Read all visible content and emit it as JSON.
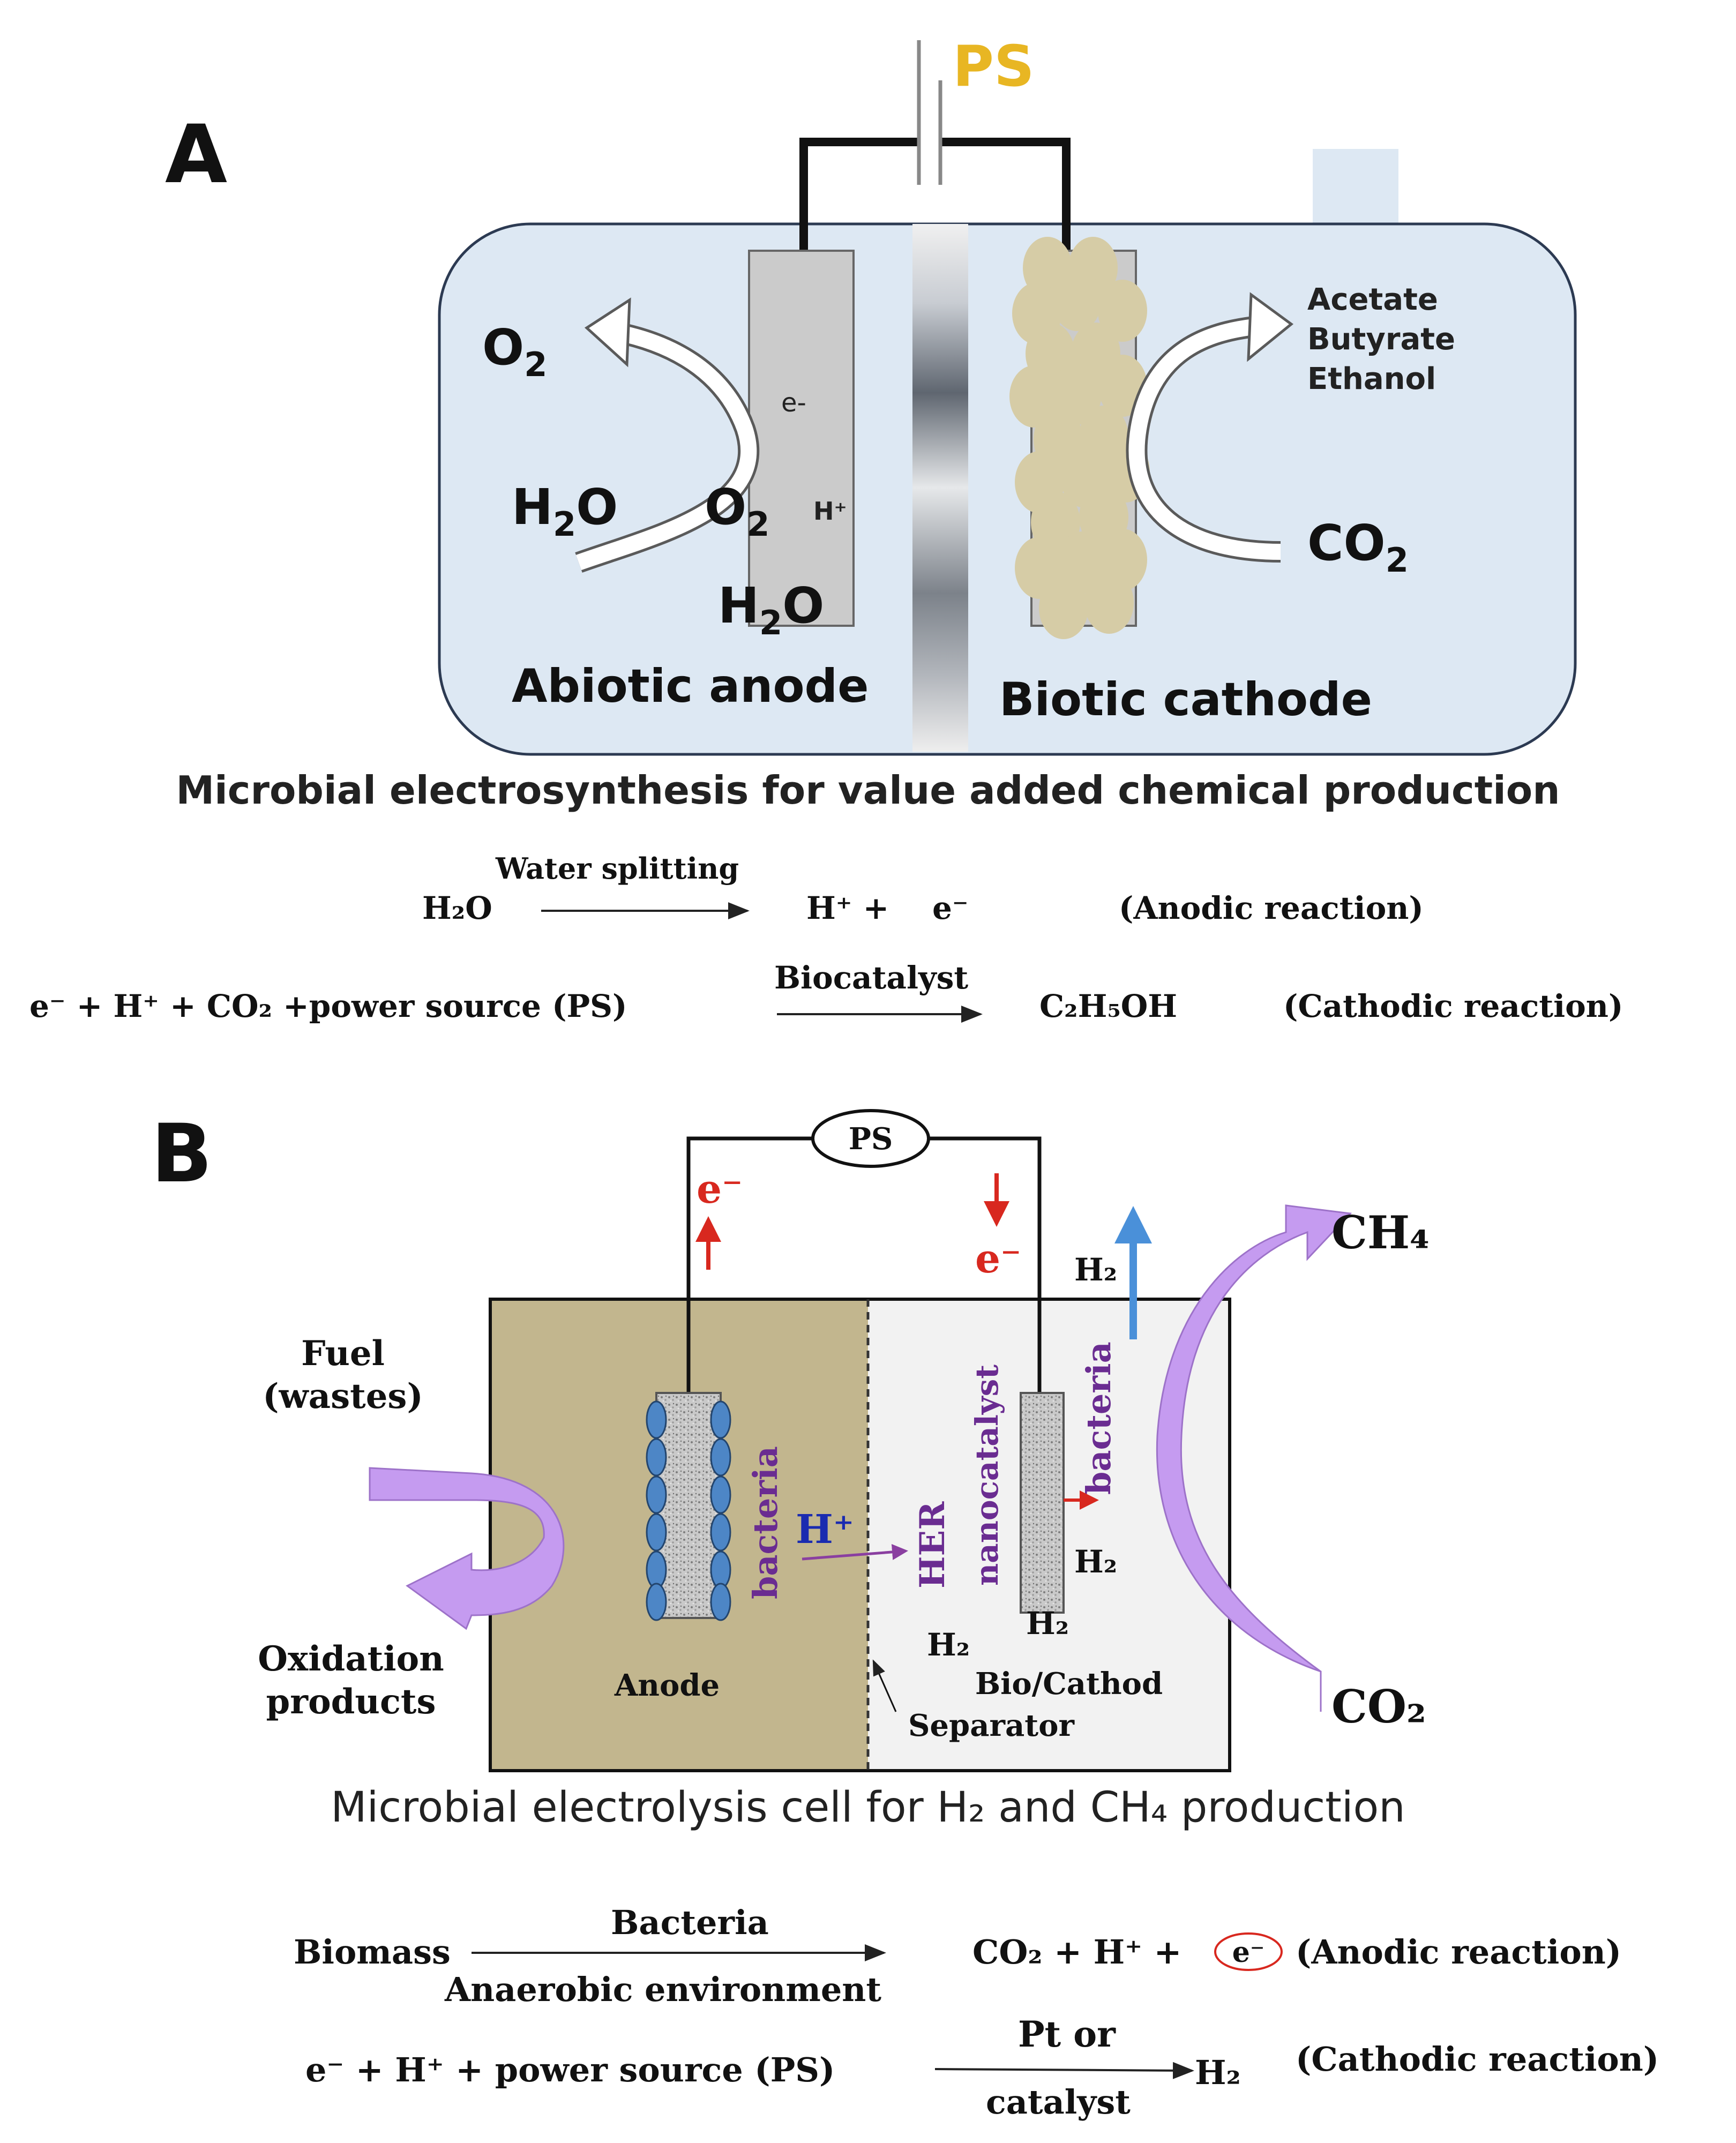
{
  "panel_a": {
    "label": "A",
    "power_label": "PS",
    "left_products": {
      "o2": "O",
      "h2o": "H",
      "o2_sub": "2",
      "h2o_sub": "2",
      "h2o_o": "O"
    },
    "anode_text": {
      "electron": "e-",
      "o2": "O",
      "o2_sub": "2",
      "proton": "H⁺",
      "h2o": "H",
      "h2o_sub": "2",
      "h2o_o": "O"
    },
    "products": [
      "Acetate",
      "Butyrate",
      "Ethanol"
    ],
    "co2": {
      "c": "CO",
      "sub": "2"
    },
    "anode_label": "Abiotic anode",
    "cathode_label": "Biotic cathode",
    "caption": "Microbial electrosynthesis for value added chemical production",
    "eq1": {
      "reactant": "H₂O",
      "over": "Water splitting",
      "product": "H⁺ +    e⁻",
      "type": "(Anodic reaction)"
    },
    "eq2": {
      "reactant": "e⁻ + H⁺ + CO₂ +power source  (PS)",
      "over": "Biocatalyst",
      "product": "C₂H₅OH",
      "type": "(Cathodic reaction)"
    }
  },
  "panel_b": {
    "label": "B",
    "power_label": "PS",
    "e_left": "e⁻",
    "e_right": "e⁻",
    "h2_top": "H₂",
    "ch4": "CH₄",
    "co2": "CO₂",
    "fuel": [
      "Fuel",
      "(wastes)"
    ],
    "oxidation": [
      "Oxidation",
      "products"
    ],
    "bacteria_left": "bacteria",
    "proton": "H⁺",
    "her": "HER",
    "nanocatalyst": "nanocatalyst",
    "bacteria_right": "bacteria",
    "h2_labels": [
      "H₂",
      "H₂",
      "H₂"
    ],
    "anode_label": "Anode",
    "cathode_label": "Bio/Cathod",
    "separator_label": "Separator",
    "caption": "Microbial electrolysis cell for H₂  and CH₄ production",
    "eq1": {
      "reactant": "Biomass",
      "over": "Bacteria",
      "under": "Anaerobic environment",
      "product": "CO₂ + H⁺ +",
      "electron": "e⁻",
      "type": "(Anodic reaction)"
    },
    "eq2": {
      "reactant": "e⁻ + H⁺ + power source (PS)",
      "over": "Pt or",
      "under": "catalyst",
      "product": "H₂",
      "type": "(Cathodic reaction)"
    }
  },
  "colors": {
    "ps_yellow": "#e8b623",
    "tank_fill": "#dde8f3",
    "beige": "#c2b68e",
    "blob": "#d6cca6",
    "red": "#d8281f",
    "blue": "#4a90d9",
    "violet": "#c59bf0",
    "purple_text": "#6a2c91",
    "dark_blue": "#1a2bb0"
  }
}
